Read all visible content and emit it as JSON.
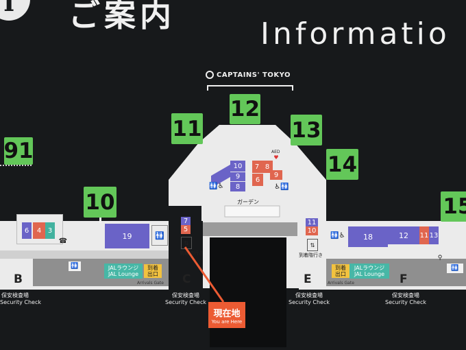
{
  "header": {
    "info_symbol": "i",
    "title_jp": "ご案内",
    "title_en": "Informatio"
  },
  "captains": {
    "label": "CAPTAINS' TOKYO"
  },
  "gates": {
    "g91": "91",
    "g10": "10",
    "g11": "11",
    "g12": "12",
    "g13": "13",
    "g14": "14",
    "g15": "15"
  },
  "shops": {
    "left_6": "6",
    "left_4": "4",
    "left_3": "3",
    "s19": "19",
    "c7": "7",
    "c5": "5",
    "garden_10": "10",
    "garden_9": "9",
    "garden_8": "8",
    "garden_o7": "7",
    "garden_o8": "8",
    "garden_o9": "9",
    "garden_o6": "6",
    "e11": "11",
    "e10": "10",
    "s18": "18",
    "s12": "12",
    "s11": "11",
    "s13": "13"
  },
  "labels": {
    "aed": "AED",
    "garden": "ガーデン",
    "arrival_stairs_c": "到着階行き",
    "arrival_stairs_e": "到着階行き",
    "arrivals_gate_c": "Arrivals Gate",
    "arrivals_gate_e": "Arrivals Gate"
  },
  "lounges": {
    "left_jp": "JALラウンジ",
    "left_en": "JAL Lounge",
    "left_exit": "到着\n出口",
    "right_jp": "JALラウンジ",
    "right_en": "JAL Lounge",
    "right_exit": "到着\n出口"
  },
  "checkpoints": [
    {
      "letter": "B",
      "jp": "保安検査場",
      "en": "Security Check"
    },
    {
      "letter": "C",
      "jp": "保安検査場",
      "en": "Security Check"
    },
    {
      "letter": "E",
      "jp": "保安検査場",
      "en": "Security Check"
    },
    {
      "letter": "F",
      "jp": "保安検査場",
      "en": "Security Check"
    }
  ],
  "you_are_here": {
    "jp": "現在地",
    "en": "You are Here"
  },
  "colors": {
    "background": "#17191b",
    "gate_green": "#63c759",
    "shop_purple": "#6a63c7",
    "shop_orange": "#e0664f",
    "lounge_teal": "#47b7a6",
    "here_orange": "#ec5b33"
  }
}
